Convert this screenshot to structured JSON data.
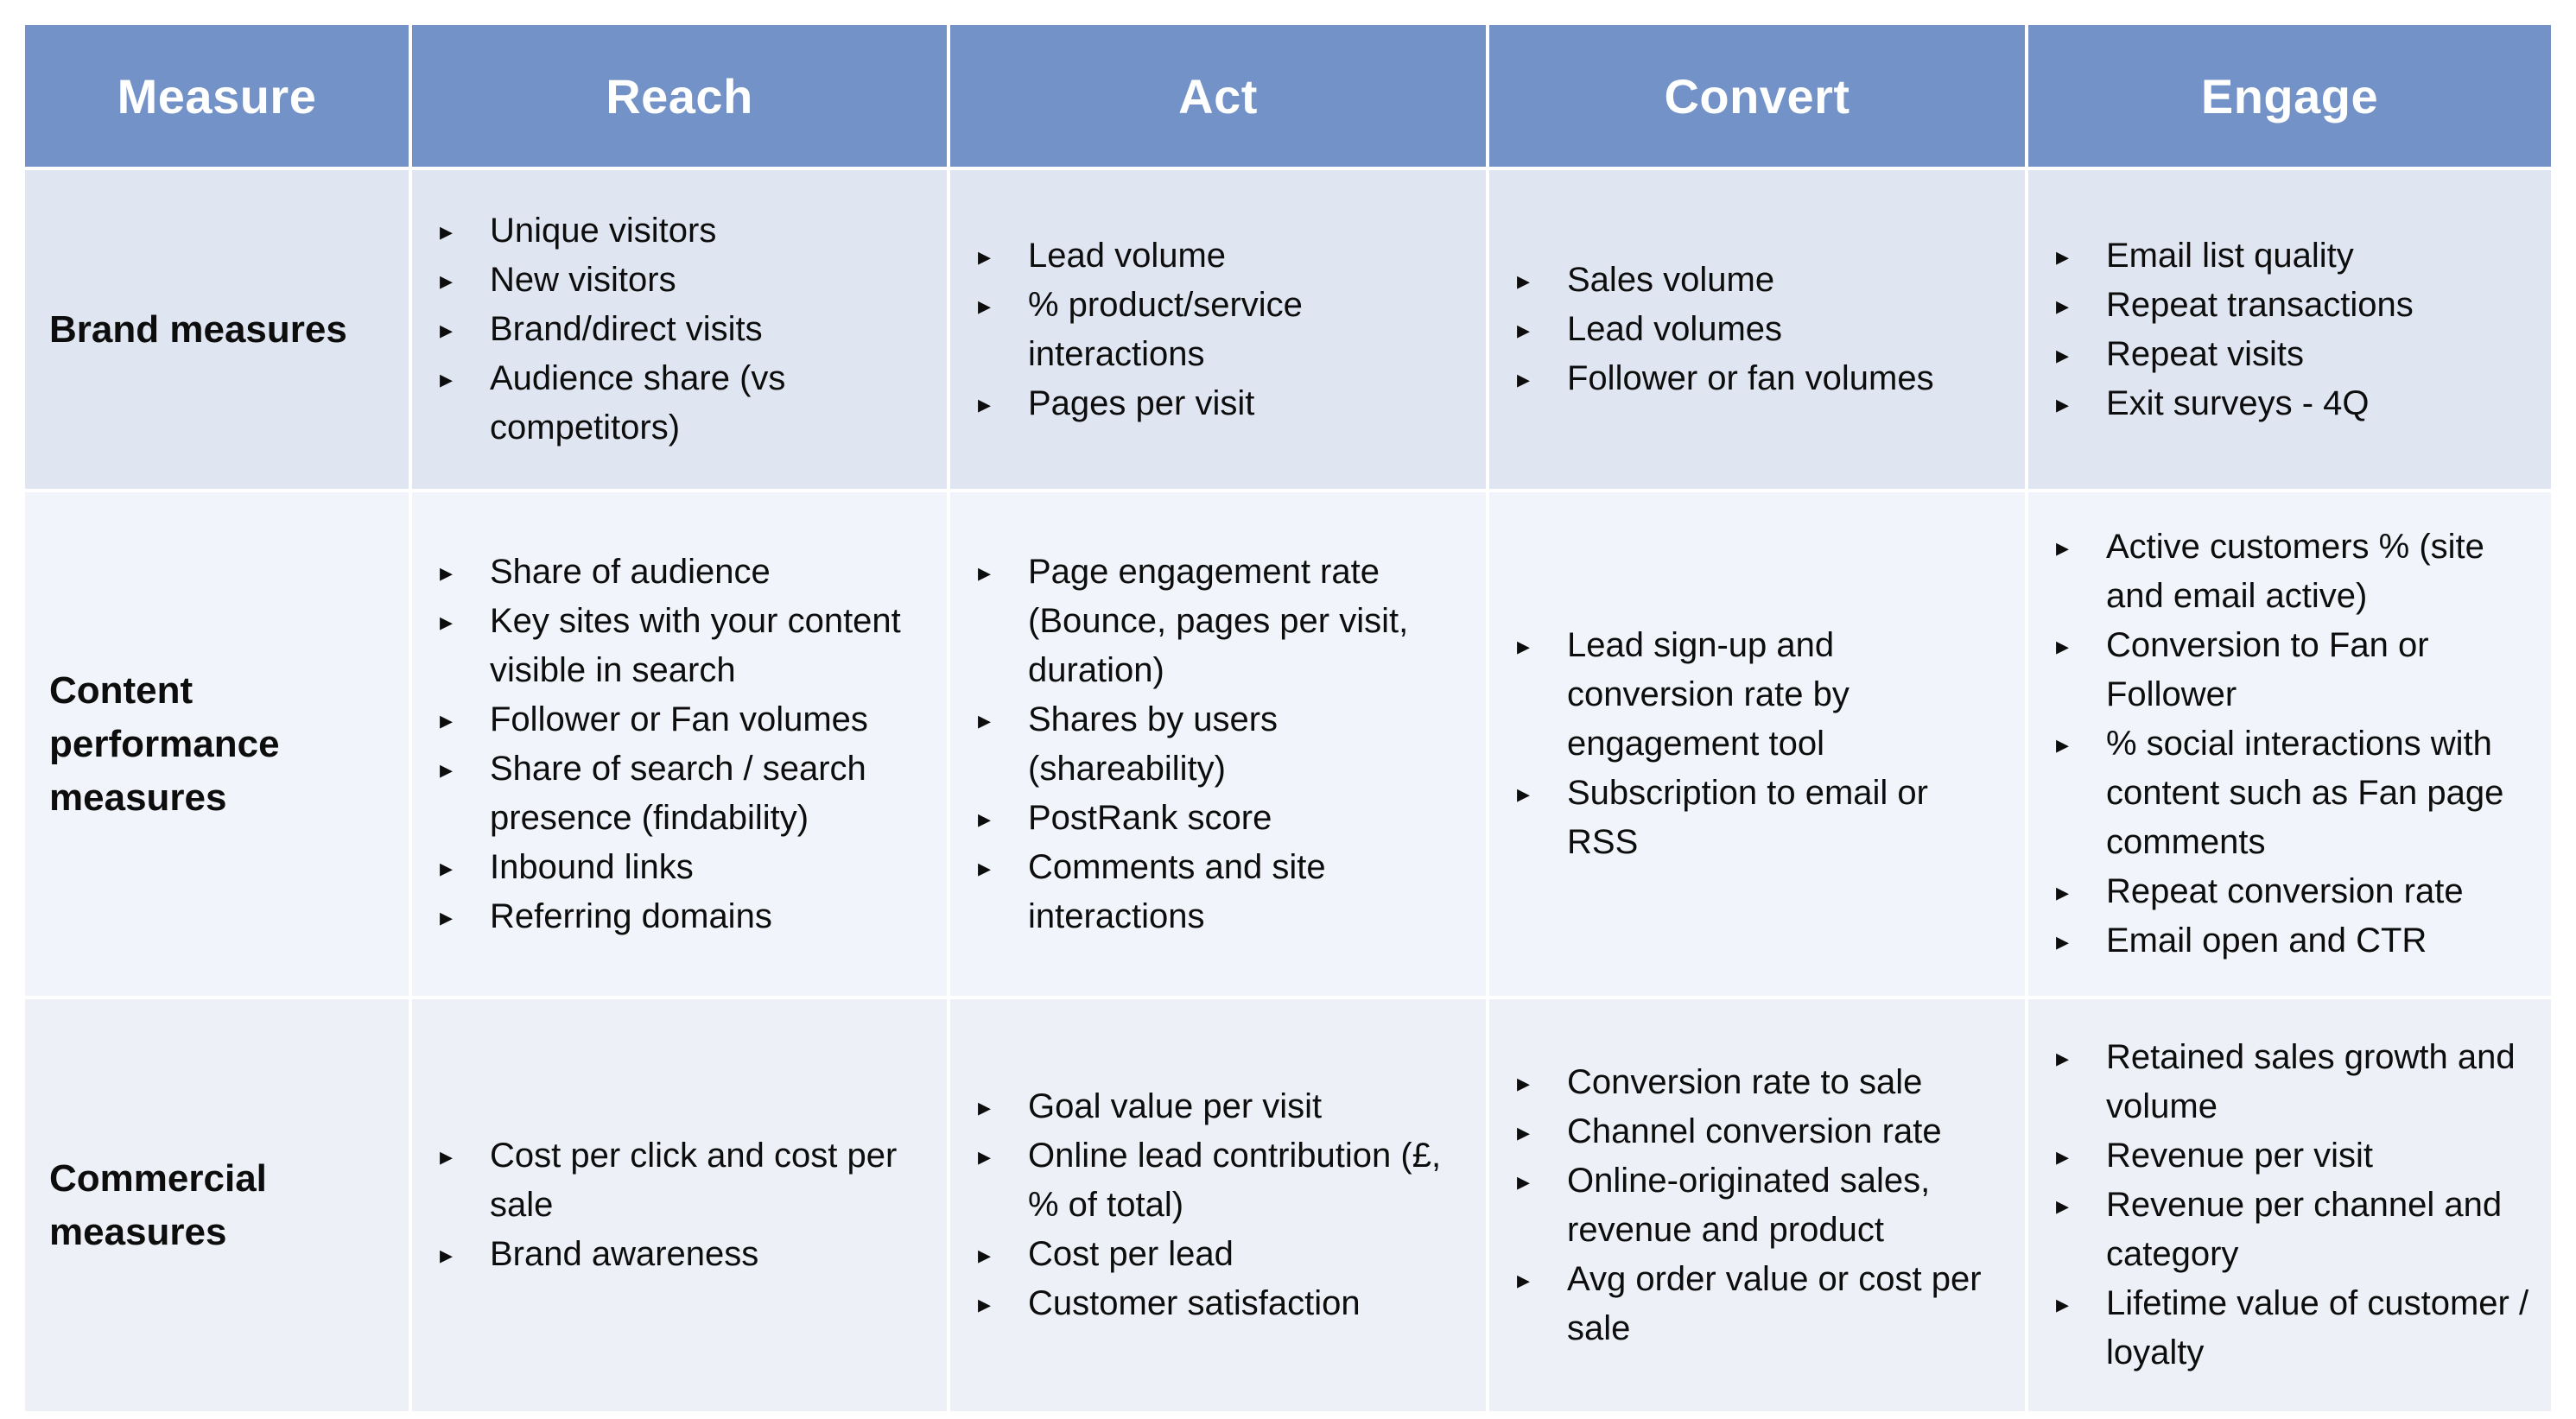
{
  "colors": {
    "header_bg": "#7392c7",
    "header_text": "#ffffff",
    "band_dark": "#e0e6f1",
    "band_light": "#f1f4fa",
    "band_mid": "#edf0f7",
    "grid_line": "#ffffff",
    "text": "#0d0d0d"
  },
  "table": {
    "bullet_glyph": "▸",
    "header": {
      "columns": [
        "Measure",
        "Reach",
        "Act",
        "Convert",
        "Engage"
      ]
    },
    "rows": [
      {
        "label": "Brand measures",
        "cells": {
          "reach": [
            "Unique visitors",
            "New visitors",
            "Brand/direct visits",
            "Audience share (vs competitors)"
          ],
          "act": [
            "Lead volume",
            "% product/service interactions",
            "Pages per visit"
          ],
          "convert": [
            "Sales volume",
            "Lead volumes",
            "Follower or fan volumes"
          ],
          "engage": [
            "Email list quality",
            "Repeat transactions",
            "Repeat visits",
            "Exit surveys - 4Q"
          ]
        }
      },
      {
        "label": "Content performance measures",
        "cells": {
          "reach": [
            "Share of audience",
            "Key sites with your content visible in search",
            "Follower or Fan volumes",
            "Share of search / search presence (findability)",
            "Inbound links",
            "Referring domains"
          ],
          "act": [
            "Page engagement rate (Bounce, pages per visit, duration)",
            "Shares by users (shareability)",
            "PostRank score",
            "Comments and site interactions"
          ],
          "convert": [
            "Lead sign-up and conversion rate by engagement tool",
            "Subscription to email or RSS"
          ],
          "engage": [
            "Active customers % (site and email active)",
            "Conversion to Fan or Follower",
            "% social interactions with content such as Fan page comments",
            "Repeat conversion rate",
            "Email open and CTR"
          ]
        }
      },
      {
        "label": "Commercial measures",
        "cells": {
          "reach": [
            "Cost per click and cost per sale",
            "Brand awareness"
          ],
          "act": [
            "Goal value per visit",
            "Online lead contribution (£, % of total)",
            "Cost per lead",
            "Customer satisfaction"
          ],
          "convert": [
            "Conversion rate to sale",
            "Channel conversion rate",
            "Online-originated sales, revenue and product",
            "Avg order value or cost per sale"
          ],
          "engage": [
            "Retained sales growth and volume",
            "Revenue per visit",
            "Revenue per channel and category",
            "Lifetime value of customer / loyalty"
          ]
        }
      }
    ]
  }
}
